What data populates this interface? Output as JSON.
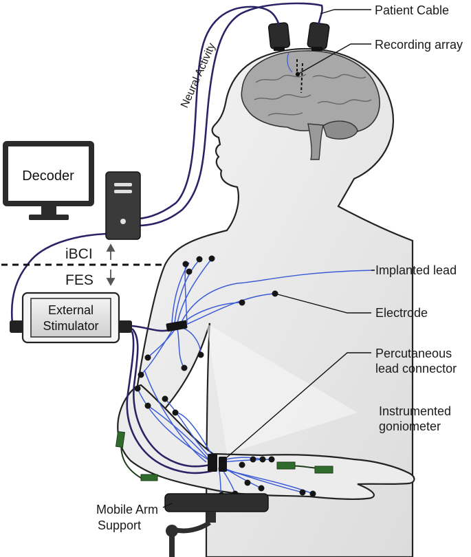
{
  "labels": {
    "patient_cable": "Patient Cable",
    "recording_array": "Recording array",
    "neural_activity": "Neural Activity",
    "decoder": "Decoder",
    "ibci": "iBCI",
    "fes": "FES",
    "external_stimulator_line1": "External",
    "external_stimulator_line2": "Stimulator",
    "implanted_lead": "Implanted lead",
    "electrode": "Electrode",
    "percutaneous_line1": "Percutaneous",
    "percutaneous_line2": "lead connector",
    "goniometer_line1": "Instrumented",
    "goniometer_line2": "goniometer",
    "arm_support_line1": "Mobile Arm",
    "arm_support_line2": "Support"
  },
  "colors": {
    "cable_dark": "#2a2466",
    "lead_blue": "#3b5bd6",
    "body_fill": "#e8e8e8",
    "brain_fill": "#a9a9a9",
    "goniometer_green": "#2f6b2a",
    "electrode_black": "#151515"
  },
  "icons": {
    "decoder": "monitor-icon",
    "computer": "computer-tower-icon",
    "stimulator": "stimulator-box-icon",
    "connectors": "headstage-connector-icon",
    "arrow_up": "arrow-up-icon",
    "arrow_down": "arrow-down-icon"
  }
}
